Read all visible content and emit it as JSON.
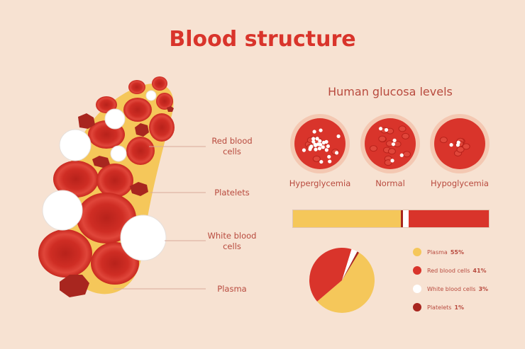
{
  "title": "Blood structure",
  "subtitle": "Human glucosa levels",
  "components": {
    "red_blood_cells": "Red blood\ncells",
    "platelets": "Platelets",
    "white_blood_cells": "White blood\ncells",
    "plasma": "Plasma"
  },
  "levels": [
    {
      "label": "Hyperglycemia"
    },
    {
      "label": "Normal"
    },
    {
      "label": "Hypoglycemia"
    }
  ],
  "colors": {
    "plasma": "#f5c75a",
    "red": "#d9342b",
    "dark_red": "#a8261f",
    "white": "#ffffff",
    "background": "#f7e2d2"
  },
  "chart_data": {
    "type": "pie",
    "categories": [
      "Plasma",
      "Red blood cells",
      "White blood cells",
      "Platelets"
    ],
    "values": [
      55,
      41,
      3,
      1
    ],
    "value_labels": [
      "55%",
      "41%",
      "3%",
      "1%"
    ],
    "colors": [
      "#f5c75a",
      "#d9342b",
      "#ffffff",
      "#a8261f"
    ]
  },
  "bar_segments": [
    {
      "name": "Plasma",
      "value": 55,
      "color": "#f5c75a"
    },
    {
      "name": "Platelets",
      "value": 1,
      "color": "#a8261f"
    },
    {
      "name": "White blood cells",
      "value": 3,
      "color": "#ffffff"
    },
    {
      "name": "Red blood cells",
      "value": 41,
      "color": "#d9342b"
    }
  ]
}
